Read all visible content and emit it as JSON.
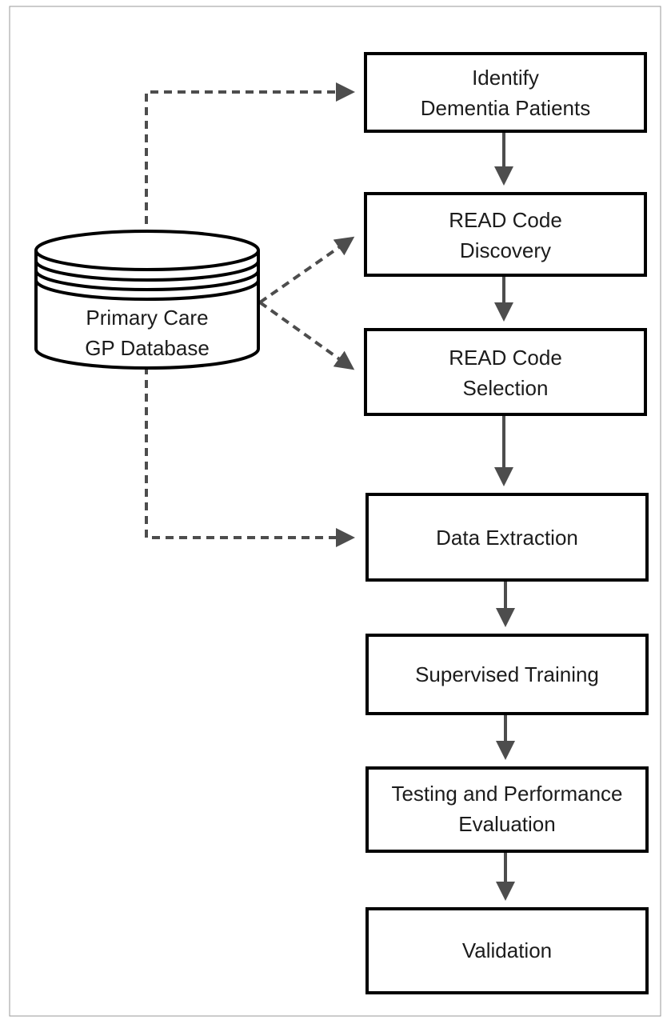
{
  "database": {
    "icon": "database-icon",
    "label_line1": "Primary Care",
    "label_line2": "GP Database"
  },
  "steps": [
    {
      "line1": "Identify",
      "line2": "Dementia Patients"
    },
    {
      "line1": "READ Code",
      "line2": "Discovery"
    },
    {
      "line1": "READ Code",
      "line2": "Selection"
    },
    {
      "line1": "Data Extraction",
      "line2": ""
    },
    {
      "line1": "Supervised Training",
      "line2": ""
    },
    {
      "line1": "Testing and Performance",
      "line2": "Evaluation"
    },
    {
      "line1": "Validation",
      "line2": ""
    }
  ],
  "colors": {
    "box_border": "#000000",
    "arrow": "#4d4d4d",
    "frame": "#9a9a9a"
  }
}
